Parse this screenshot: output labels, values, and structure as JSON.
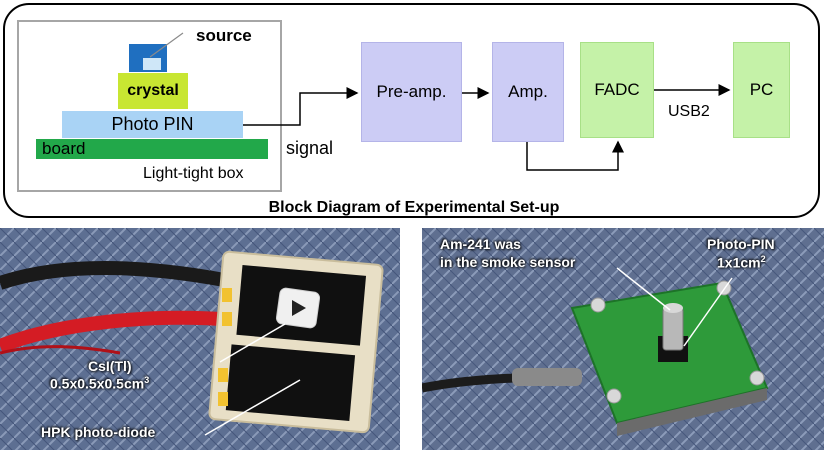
{
  "diagram": {
    "source_label": "source",
    "crystal_label": "crystal",
    "photo_pin_label": "Photo PIN",
    "board_label": "board",
    "light_tight_box_label": "Light-tight box",
    "signal_label": "signal",
    "preamp_label": "Pre-amp.",
    "amp_label": "Amp.",
    "fadc_label": "FADC",
    "usb_label": "USB2",
    "pc_label": "PC",
    "caption": "Block Diagram of Experimental Set-up"
  },
  "photo_left": {
    "crystal_label_line1": "CsI(Tl)",
    "crystal_label_line2": "0.5x0.5x0.5",
    "crystal_unit": "cm",
    "crystal_unit_exp": "3",
    "diode_label": "HPK photo-diode"
  },
  "photo_right": {
    "source_label_line1": "Am-241 was",
    "source_label_line2": "in the smoke sensor",
    "pin_label_line1": "Photo-PIN",
    "pin_label_line2": "1x1cm",
    "pin_label_exp": "2"
  },
  "colors": {
    "violet_block": "#ccccf5",
    "green_block": "#c5f2a8",
    "crystal": "#c8e632",
    "photo_pin": "#a9d3f5",
    "board": "#22a84a",
    "source": "#1f6fc0"
  }
}
